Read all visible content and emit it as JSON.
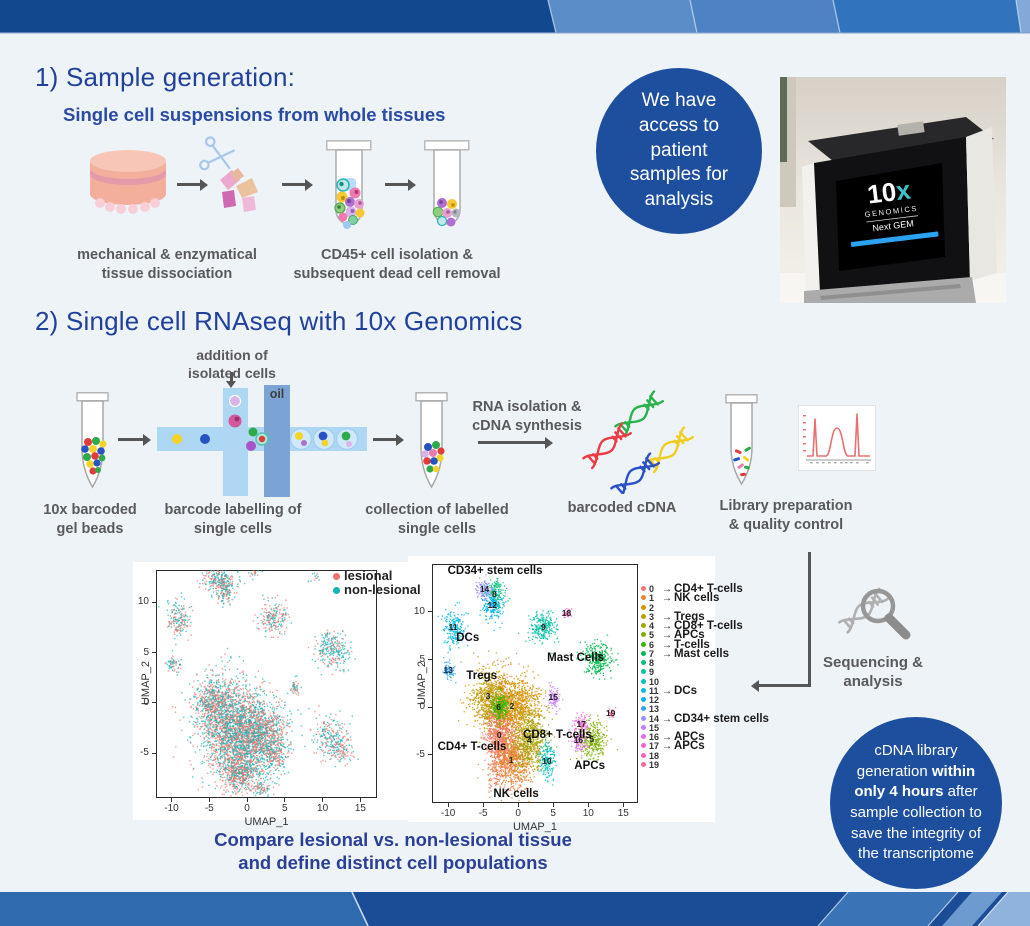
{
  "section1": {
    "heading": "1) Sample generation:",
    "subtitle": "Single cell suspensions from whole tissues",
    "dissociation_label_line1": "mechanical & enzymatical",
    "dissociation_label_line2": "tissue dissociation",
    "isolation_label_line1": "CD45+ cell isolation &",
    "isolation_label_line2": "subsequent dead cell removal"
  },
  "patient_circle": {
    "lines": [
      "We have",
      "access to",
      "patient",
      "samples for",
      "analysis"
    ]
  },
  "machine": {
    "logo_number": "10",
    "logo_x": "x",
    "brand": "GENOMICS",
    "model": "Next GEM"
  },
  "section2": {
    "heading": "2) Single cell RNAseq with 10x Genomics",
    "addition_label_line1": "addition of",
    "addition_label_line2": "isolated cells",
    "oil_label": "oil",
    "beads_label_line1": "10x barcoded",
    "beads_label_line2": "gel beads",
    "barcode_label_line1": "barcode labelling of",
    "barcode_label_line2": "single cells",
    "collection_label_line1": "collection of labelled",
    "collection_label_line2": "single cells",
    "rna_label_line1": "RNA isolation &",
    "rna_label_line2": "cDNA synthesis",
    "cdna_label": "barcoded cDNA",
    "library_label_line1": "Library preparation",
    "library_label_line2": "& quality control",
    "sequencing_label_line1": "Sequencing &",
    "sequencing_label_line2": "analysis"
  },
  "hours_circle": {
    "pre": "cDNA library generation ",
    "bold": "within only 4 hours",
    "post": " after sample collection to save the integrity of the transcriptome"
  },
  "caption": {
    "line1": "Compare lesional vs. non-lesional tissue",
    "line2": "and define distinct cell populations"
  },
  "colors": {
    "band_navy": "#12498e",
    "circle_blue": "#1d4f9e",
    "lesional": "#F0736B",
    "non_lesional": "#14B3B6"
  },
  "chart_data": [
    {
      "type": "scatter",
      "name": "umap-lesional-vs-nonlesional",
      "xlabel": "UMAP_1",
      "ylabel": "UMAP_2",
      "xlim": [
        -12.05,
        17.2
      ],
      "ylim": [
        -9.45,
        13.2
      ],
      "x_ticks": [
        -10,
        -5,
        0,
        5,
        10,
        15
      ],
      "y_ticks": [
        -5,
        0,
        5,
        10
      ],
      "grid": false,
      "legend_position": "top-right",
      "legend": [
        {
          "label": "lesional",
          "color": "#F0736B"
        },
        {
          "label": "non-lesional",
          "color": "#14B3B6"
        }
      ],
      "clusters": [
        {
          "cx": -2.5,
          "cy": -1.2,
          "sx": 2.3,
          "sy": 1.9,
          "n": 1300,
          "mix": 0.52
        },
        {
          "cx": -0.6,
          "cy": -4.6,
          "sx": 2.3,
          "sy": 1.9,
          "n": 1300,
          "mix": 0.5
        },
        {
          "cx": 1.6,
          "cy": -2.3,
          "sx": 1.9,
          "sy": 1.6,
          "n": 800,
          "mix": 0.48
        },
        {
          "cx": -1.2,
          "cy": -7.0,
          "sx": 1.3,
          "sy": 1.0,
          "n": 350,
          "mix": 0.62
        },
        {
          "cx": 3.6,
          "cy": -4.8,
          "sx": 0.9,
          "sy": 0.9,
          "n": 180,
          "mix": 0.5
        },
        {
          "cx": -4.6,
          "cy": 0.6,
          "sx": 1.1,
          "sy": 1.1,
          "n": 280,
          "mix": 0.5
        },
        {
          "cx": 1.9,
          "cy": -8.4,
          "sx": 0.6,
          "sy": 0.4,
          "n": 60,
          "mix": 0.6
        },
        {
          "cx": -3.8,
          "cy": 12.4,
          "sx": 1.0,
          "sy": 0.75,
          "n": 240,
          "mix": 0.42
        },
        {
          "cx": -2.9,
          "cy": 11.2,
          "sx": 0.65,
          "sy": 0.7,
          "n": 120,
          "mix": 0.5
        },
        {
          "cx": -9.2,
          "cy": 8.4,
          "sx": 0.7,
          "sy": 0.95,
          "n": 170,
          "mix": 0.45
        },
        {
          "cx": -9.9,
          "cy": 3.9,
          "sx": 0.5,
          "sy": 0.45,
          "n": 60,
          "mix": 0.5
        },
        {
          "cx": 3.3,
          "cy": 8.5,
          "sx": 0.95,
          "sy": 0.8,
          "n": 200,
          "mix": 0.5
        },
        {
          "cx": 11.3,
          "cy": 5.2,
          "sx": 1.05,
          "sy": 0.9,
          "n": 260,
          "mix": 0.35
        },
        {
          "cx": 6.3,
          "cy": 1.6,
          "sx": 0.35,
          "sy": 0.55,
          "n": 45,
          "mix": 0.5
        },
        {
          "cx": 11.1,
          "cy": -3.4,
          "sx": 1.25,
          "sy": 1.0,
          "n": 220,
          "mix": 0.45
        },
        {
          "cx": 12.4,
          "cy": -4.7,
          "sx": 0.8,
          "sy": 0.6,
          "n": 90,
          "mix": 0.5
        },
        {
          "cx": 0.9,
          "cy": 12.9,
          "sx": 0.35,
          "sy": 0.25,
          "n": 18,
          "mix": 0.5
        },
        {
          "cx": 8.8,
          "cy": 12.5,
          "sx": 0.3,
          "sy": 0.3,
          "n": 12,
          "mix": 0.35
        }
      ]
    },
    {
      "type": "scatter",
      "name": "umap-clusters",
      "xlabel": "UMAP_1",
      "ylabel": "UMAP_2",
      "xlim": [
        -12.3,
        17.1
      ],
      "ylim": [
        -10.1,
        15.05
      ],
      "x_ticks": [
        -10,
        -5,
        0,
        5,
        10,
        15
      ],
      "y_ticks": [
        -5,
        0,
        5,
        10
      ],
      "grid": false,
      "legend_position": "right",
      "legend_arrow": "→",
      "palette": [
        "#F8766D",
        "#EA8331",
        "#D89000",
        "#C09B00",
        "#A3A500",
        "#7CAE00",
        "#39B600",
        "#00BB4E",
        "#00BF7D",
        "#00C1A3",
        "#00BFC4",
        "#00BAE0",
        "#00B0F6",
        "#35A2FF",
        "#9590FF",
        "#C77CFF",
        "#E76BF3",
        "#FA62DB",
        "#FF62BC",
        "#FF6A98"
      ],
      "legend_items": [
        {
          "id": 0,
          "label": "CD4+ T-cells"
        },
        {
          "id": 1,
          "label": "NK cells"
        },
        {
          "id": 2,
          "label": ""
        },
        {
          "id": 3,
          "label": "Tregs"
        },
        {
          "id": 4,
          "label": "CD8+ T-cells"
        },
        {
          "id": 5,
          "label": "APCs"
        },
        {
          "id": 6,
          "label": "T-cells"
        },
        {
          "id": 7,
          "label": "Mast cells"
        },
        {
          "id": 8,
          "label": ""
        },
        {
          "id": 9,
          "label": ""
        },
        {
          "id": 10,
          "label": ""
        },
        {
          "id": 11,
          "label": "DCs"
        },
        {
          "id": 12,
          "label": ""
        },
        {
          "id": 13,
          "label": ""
        },
        {
          "id": 14,
          "label": "CD34+ stem cells"
        },
        {
          "id": 15,
          "label": ""
        },
        {
          "id": 16,
          "label": "APCs"
        },
        {
          "id": 17,
          "label": "APCs"
        },
        {
          "id": 18,
          "label": ""
        },
        {
          "id": 19,
          "label": ""
        }
      ],
      "clusters": [
        {
          "id": 0,
          "cx": -2.6,
          "cy": -2.6,
          "sx": 1.1,
          "sy": 2.4,
          "n": 1000
        },
        {
          "id": 1,
          "cx": -0.9,
          "cy": -5.4,
          "sx": 1.5,
          "sy": 1.6,
          "n": 800
        },
        {
          "id": 2,
          "cx": -0.6,
          "cy": 0.4,
          "sx": 1.9,
          "sy": 1.4,
          "n": 900
        },
        {
          "id": 3,
          "cx": -4.1,
          "cy": 1.0,
          "sx": 1.4,
          "sy": 1.5,
          "n": 600
        },
        {
          "id": 4,
          "cx": 1.6,
          "cy": -3.4,
          "sx": 1.3,
          "sy": 1.5,
          "n": 600
        },
        {
          "id": 5,
          "cx": 10.4,
          "cy": -3.4,
          "sx": 1.1,
          "sy": 1.0,
          "n": 320
        },
        {
          "id": 6,
          "cx": -2.7,
          "cy": 0.1,
          "sx": 0.65,
          "sy": 0.65,
          "n": 220
        },
        {
          "id": 7,
          "cx": 11.4,
          "cy": 5.2,
          "sx": 0.95,
          "sy": 0.85,
          "n": 300
        },
        {
          "id": 8,
          "cx": -3.3,
          "cy": 11.9,
          "sx": 0.75,
          "sy": 0.8,
          "n": 160
        },
        {
          "id": 9,
          "cx": 3.6,
          "cy": 8.4,
          "sx": 0.95,
          "sy": 0.75,
          "n": 240
        },
        {
          "id": 10,
          "cx": 4.1,
          "cy": -5.6,
          "sx": 0.55,
          "sy": 0.95,
          "n": 170
        },
        {
          "id": 11,
          "cx": -9.2,
          "cy": 8.3,
          "sx": 0.7,
          "sy": 1.0,
          "n": 200
        },
        {
          "id": 12,
          "cx": -3.8,
          "cy": 10.6,
          "sx": 0.75,
          "sy": 0.75,
          "n": 150
        },
        {
          "id": 13,
          "cx": -10.0,
          "cy": 3.9,
          "sx": 0.45,
          "sy": 0.45,
          "n": 80
        },
        {
          "id": 14,
          "cx": -4.9,
          "cy": 12.4,
          "sx": 0.55,
          "sy": 0.55,
          "n": 100
        },
        {
          "id": 15,
          "cx": 5.0,
          "cy": 1.1,
          "sx": 0.5,
          "sy": 0.65,
          "n": 90
        },
        {
          "id": 16,
          "cx": 8.6,
          "cy": -3.5,
          "sx": 0.6,
          "sy": 0.55,
          "n": 90
        },
        {
          "id": 17,
          "cx": 9.0,
          "cy": -1.7,
          "sx": 0.65,
          "sy": 0.5,
          "n": 80
        },
        {
          "id": 18,
          "cx": 6.9,
          "cy": 9.9,
          "sx": 0.3,
          "sy": 0.3,
          "n": 35
        },
        {
          "id": 19,
          "cx": 13.2,
          "cy": -0.6,
          "sx": 0.3,
          "sy": 0.35,
          "n": 28
        }
      ],
      "annotations": [
        {
          "text": "CD34+ stem cells",
          "x": -3.3,
          "y": 14.3
        },
        {
          "text": "DCs",
          "x": -7.2,
          "y": 7.3
        },
        {
          "text": "Mast Cells",
          "x": 8.2,
          "y": 5.2
        },
        {
          "text": "Tregs",
          "x": -5.2,
          "y": 3.3
        },
        {
          "text": "CD4+ T-cells",
          "x": -6.6,
          "y": -4.2
        },
        {
          "text": "CD8+ T-cells",
          "x": 5.6,
          "y": -2.9
        },
        {
          "text": "APCs",
          "x": 10.2,
          "y": -6.2
        },
        {
          "text": "NK cells",
          "x": -0.3,
          "y": -9.2
        }
      ],
      "number_labels": [
        {
          "n": "0",
          "x": -2.7,
          "y": -2.9
        },
        {
          "n": "1",
          "x": -1.0,
          "y": -5.6
        },
        {
          "n": "2",
          "x": -0.9,
          "y": 0.1
        },
        {
          "n": "3",
          "x": -4.3,
          "y": 1.2
        },
        {
          "n": "4",
          "x": 1.6,
          "y": -3.5
        },
        {
          "n": "5",
          "x": 10.5,
          "y": -3.4
        },
        {
          "n": "6",
          "x": -2.8,
          "y": 0.0
        },
        {
          "n": "7",
          "x": 11.6,
          "y": 5.3
        },
        {
          "n": "8",
          "x": -3.4,
          "y": 11.9
        },
        {
          "n": "9",
          "x": 3.6,
          "y": 8.4
        },
        {
          "n": "10",
          "x": 4.1,
          "y": -5.7
        },
        {
          "n": "11",
          "x": -9.3,
          "y": 8.4
        },
        {
          "n": "12",
          "x": -3.7,
          "y": 10.7
        },
        {
          "n": "13",
          "x": -10.0,
          "y": 3.9
        },
        {
          "n": "14",
          "x": -4.8,
          "y": 12.4
        },
        {
          "n": "15",
          "x": 5.0,
          "y": 1.1
        },
        {
          "n": "16",
          "x": 8.6,
          "y": -3.5
        },
        {
          "n": "17",
          "x": 9.0,
          "y": -1.8
        },
        {
          "n": "18",
          "x": 6.9,
          "y": 9.9
        },
        {
          "n": "19",
          "x": 13.2,
          "y": -0.6
        }
      ]
    }
  ]
}
